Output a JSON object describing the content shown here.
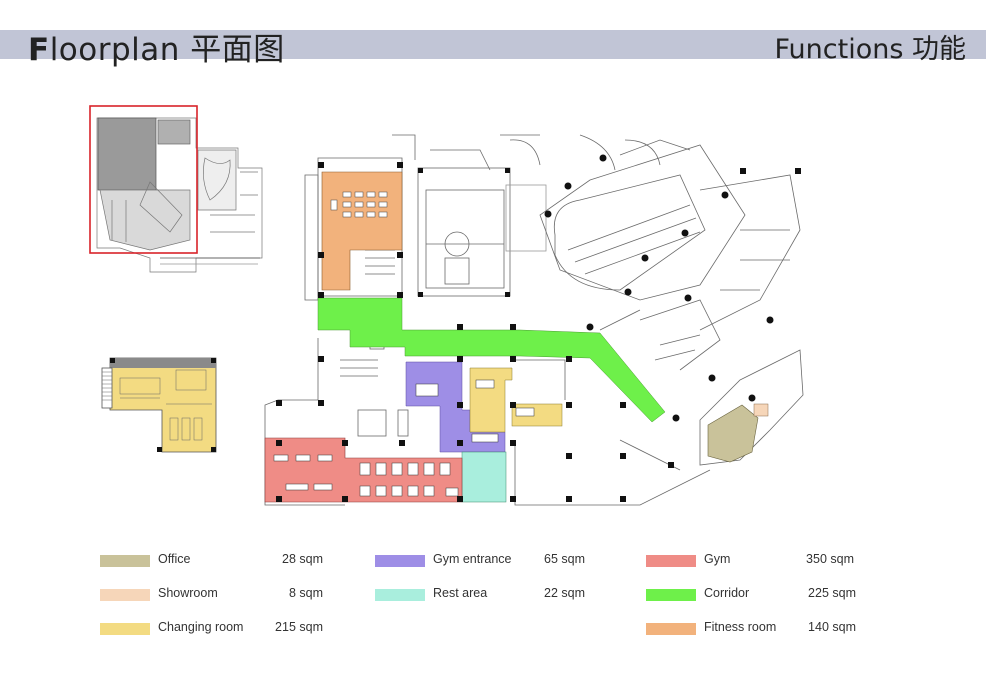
{
  "header": {
    "title_first_letter": "F",
    "title_rest": "loorplan 平面图",
    "section": "Functions 功能"
  },
  "colors": {
    "header_band": "#c1c5d6",
    "office": "#c9c29a",
    "showroom": "#f6d6b9",
    "changing_room": "#f3db82",
    "gym_entrance": "#9e8ee6",
    "rest_area": "#a9eedd",
    "gym": "#ef8c86",
    "corridor": "#6ef04a",
    "fitness_room": "#f2b27c",
    "key_plan_frame": "#d8232a"
  },
  "legend": [
    {
      "label": "Office",
      "area": "28 sqm",
      "color": "#c9c29a"
    },
    {
      "label": "Showroom",
      "area": "8 sqm",
      "color": "#f6d6b9"
    },
    {
      "label": "Changing room",
      "area": "215 sqm",
      "color": "#f3db82"
    },
    {
      "label": "Gym entrance",
      "area": "65 sqm",
      "color": "#9e8ee6"
    },
    {
      "label": "Rest area",
      "area": "22 sqm",
      "color": "#a9eedd"
    },
    {
      "label": "Gym",
      "area": "350 sqm",
      "color": "#ef8c86"
    },
    {
      "label": "Corridor",
      "area": "225 sqm",
      "color": "#6ef04a"
    },
    {
      "label": "Fitness room",
      "area": "140 sqm",
      "color": "#f2b27c"
    }
  ]
}
